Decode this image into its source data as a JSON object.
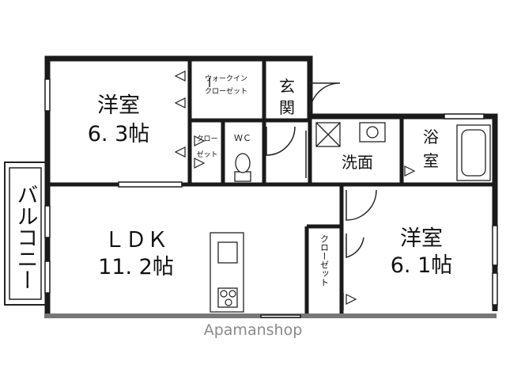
{
  "rooms": {
    "western_room_1": {
      "name": "洋室",
      "size": "6. 3帖"
    },
    "western_room_2": {
      "name": "洋室",
      "size": "6. 1帖"
    },
    "ldk": {
      "name": "ＬＤＫ",
      "size": "11. 2帖"
    },
    "walk_in_closet": {
      "line1": "ウォークイン",
      "line2": "クローゼット"
    },
    "entrance": {
      "line1": "玄",
      "line2": "関"
    },
    "closet_small": {
      "line1": "クロー",
      "line2": "ゼット"
    },
    "wc": {
      "label": "ＷＣ"
    },
    "washroom": {
      "label": "洗面"
    },
    "bathroom": {
      "line1": "浴",
      "line2": "室"
    },
    "closet_tall": {
      "label": "クローゼット"
    },
    "balcony": {
      "label": "バルコニー"
    }
  },
  "watermark": "Apamanshop"
}
